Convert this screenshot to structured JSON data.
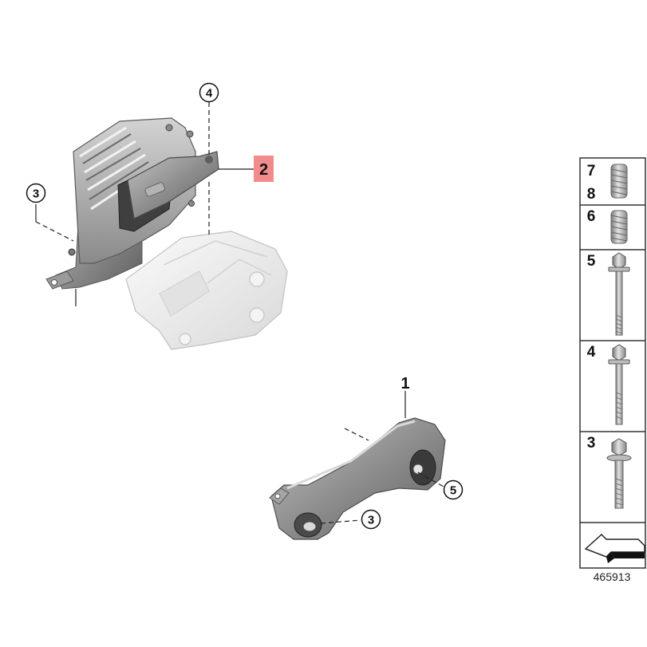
{
  "diagram_number": "465913",
  "callouts": {
    "c4_top": "4",
    "c3_left": "3",
    "c2_main": "2",
    "c1_main": "1",
    "c5_lower": "5",
    "c3_lower": "3"
  },
  "side_panel": {
    "cell1_top": "7",
    "cell1_bottom": "8",
    "cell2": "6",
    "cell3": "5",
    "cell4": "4",
    "cell5": "3"
  },
  "colors": {
    "highlight": "#f28b8b",
    "part_dark": "#8f8f8f",
    "part_light": "#ececec"
  }
}
